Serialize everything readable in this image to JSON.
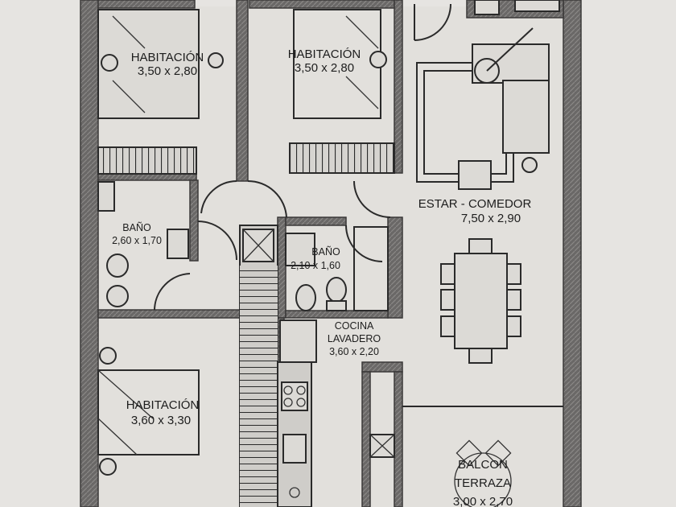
{
  "rooms": {
    "bedroom_1": {
      "name": "HABITACIÓN",
      "size": "3,50 x 2,80"
    },
    "bedroom_2": {
      "name": "HABITACIÓN",
      "size": "3,50 x 2,80"
    },
    "bedroom_3": {
      "name": "HABITACIÓN",
      "size": "3,60 x 3,30"
    },
    "living_dining": {
      "name": "ESTAR - COMEDOR",
      "size": "7,50 x 2,90"
    },
    "bathroom_1": {
      "name": "BAÑO",
      "size": "2,60 x 1,70"
    },
    "bathroom_2": {
      "name": "BAÑO",
      "size": "2,10 x 1,60"
    },
    "kitchen": {
      "name_line1": "COCINA",
      "name_line2": "LAVADERO",
      "size": "3,60 x 2,20"
    },
    "balcony": {
      "name_line1": "BALCON",
      "name_line2": "TERRAZA",
      "size": "3,00 x 2,70"
    }
  }
}
